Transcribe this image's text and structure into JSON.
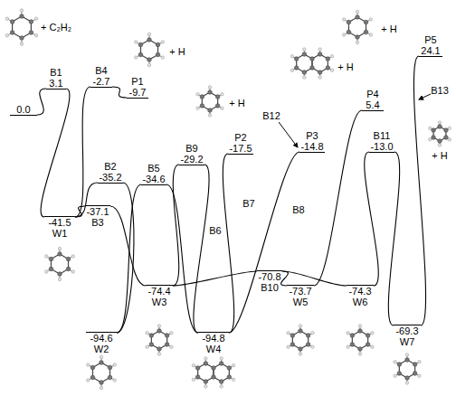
{
  "diagram": {
    "nodes": [
      {
        "text": [
          "0.0"
        ]
      },
      {
        "text": [
          "3.1",
          "B1"
        ]
      },
      {
        "text": [
          "-41.5",
          "W1"
        ]
      },
      {
        "text": [
          "-35.2",
          "B2"
        ]
      },
      {
        "text": [
          "-37.1",
          "B3"
        ]
      },
      {
        "text": [
          "-2.7",
          "B4"
        ]
      },
      {
        "text": [
          "-9.7",
          "P1"
        ]
      },
      {
        "text": [
          "-94.6",
          "W2"
        ]
      },
      {
        "text": [
          "-34.6",
          "B5"
        ]
      },
      {
        "text": [
          "-74.4",
          "W3"
        ]
      },
      {
        "text": [
          "-29.2",
          "B9"
        ]
      },
      {
        "text": [
          "-17.5",
          "P2"
        ]
      },
      {
        "text": [
          "-94.8",
          "W4"
        ]
      },
      {
        "text": [
          "-70.8",
          "B10"
        ]
      },
      {
        "text": [
          "-73.7",
          "W5"
        ]
      },
      {
        "text": [
          "-74.3",
          "W6"
        ]
      },
      {
        "text": [
          "-14.8",
          "P3"
        ]
      },
      {
        "text": [
          "5.4",
          "P4"
        ]
      },
      {
        "text": [
          "-13.0",
          "B11"
        ]
      },
      {
        "text": [
          "-69.3",
          "W7"
        ]
      },
      {
        "text": [
          "24.1",
          "P5"
        ]
      }
    ],
    "edges": [
      {
        "from": 0,
        "to": 1,
        "arrow": "none"
      },
      {
        "from": 1,
        "to": 2,
        "arrow": "none"
      },
      {
        "from": 2,
        "to": 3,
        "arrow": "none"
      },
      {
        "from": 3,
        "to": 7,
        "arrow": "none"
      },
      {
        "from": 2,
        "to": 4,
        "arrow": "none"
      },
      {
        "from": 4,
        "to": 9,
        "arrow": "none"
      },
      {
        "from": 2,
        "to": 5,
        "arrow": "none"
      },
      {
        "from": 5,
        "to": 6,
        "arrow": "none"
      },
      {
        "from": 7,
        "to": 8,
        "arrow": "none"
      },
      {
        "from": 8,
        "to": 12,
        "arrow": "none"
      },
      {
        "from": 9,
        "to": 10,
        "arrow": "none"
      },
      {
        "from": 10,
        "to": 12,
        "arrow": "none"
      },
      {
        "from": 12,
        "to": 11,
        "arrow": "none"
      },
      {
        "from": 12,
        "to": 16,
        "arrow": "none"
      },
      {
        "from": 9,
        "to": 13,
        "arrow": "none"
      },
      {
        "from": 13,
        "to": 14,
        "arrow": "none"
      },
      {
        "from": 13,
        "to": 15,
        "arrow": "none"
      },
      {
        "from": 14,
        "to": 17,
        "arrow": "none"
      },
      {
        "from": 15,
        "to": 18,
        "arrow": "none"
      },
      {
        "from": 18,
        "to": 19,
        "arrow": "none"
      },
      {
        "from": 19,
        "to": 20,
        "arrow": "none"
      }
    ],
    "labels": [
      "+ C₂H₂",
      "+ H",
      "+ H",
      "+ H",
      "+ H",
      "+ H",
      "B6",
      "B7",
      "B8",
      "B12",
      "B13"
    ]
  }
}
